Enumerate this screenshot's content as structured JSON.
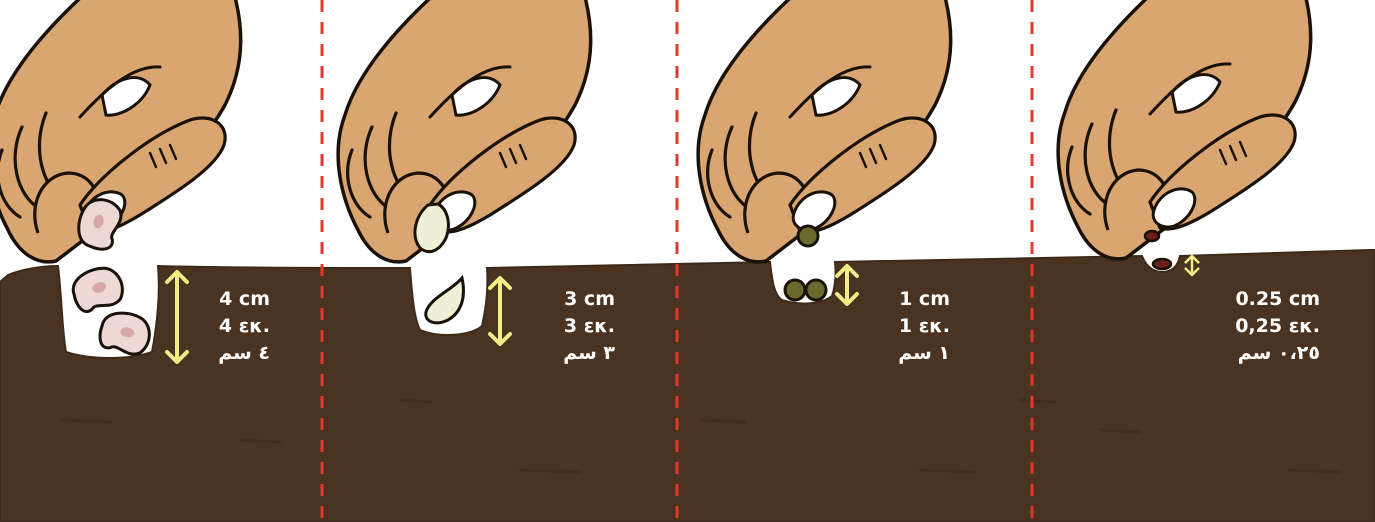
{
  "colors": {
    "soil": "#4a3320",
    "soil_dark": "#3e2a1a",
    "skin": "#d9a570",
    "skin_shadow": "#c28a55",
    "outline": "#1a1208",
    "nail": "#ffffff",
    "divider": "#e0392f",
    "arrow": "#f3ec86",
    "label_text": "#ffffff"
  },
  "panels": [
    {
      "seed_name": "kidney-bean",
      "seed_color": "#eed8d4",
      "seed_spot": "#c9898a",
      "labels": {
        "metric": "4 cm",
        "greek": "4 εκ.",
        "arabic": "٤ سم"
      }
    },
    {
      "seed_name": "pumpkin-seed",
      "seed_color": "#eef0d6",
      "seed_spot": "#c9cfa8",
      "labels": {
        "metric": "3 cm",
        "greek": "3 εκ.",
        "arabic": "٣ سم"
      }
    },
    {
      "seed_name": "pea",
      "seed_color": "#6b6a2c",
      "seed_spot": "#4d4c1e",
      "labels": {
        "metric": "1 cm",
        "greek": "1 εκ.",
        "arabic": "١ سم"
      }
    },
    {
      "seed_name": "small-seed",
      "seed_color": "#6b1e1c",
      "seed_spot": "#4a1210",
      "labels": {
        "metric": "0.25 cm",
        "greek": "0,25 εκ.",
        "arabic": "٠،٢٥ سم"
      }
    }
  ]
}
